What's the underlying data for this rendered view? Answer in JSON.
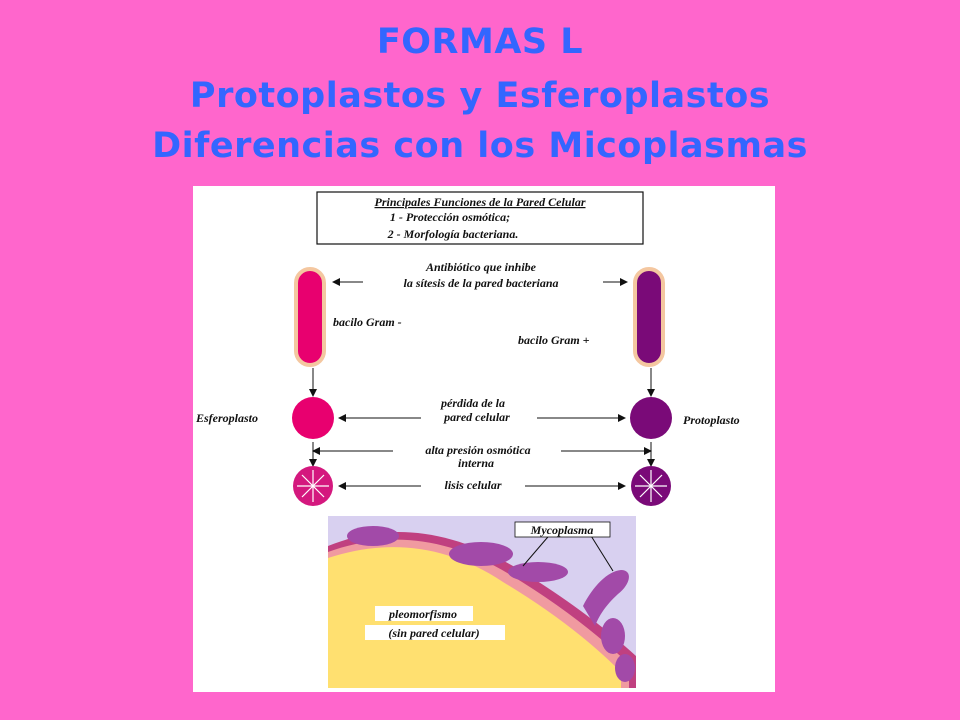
{
  "slide": {
    "title_line1": "FORMAS L",
    "title_line2": "Protoplastos y Esferoplastos",
    "title_line3": "Diferencias con los Micoplasmas"
  },
  "diagram": {
    "box_heading": "Principales Funciones de la Pared Celular",
    "box_item1": "1 - Protección osmótica;",
    "box_item2": "2 - Morfología bacteriana.",
    "antibiotic_line1": "Antibiótico que inhibe",
    "antibiotic_line2": "la sítesis de la pared bacteriana",
    "gram_neg_label": "bacilo Gram -",
    "gram_pos_label": "bacilo Gram +",
    "loss_line1": "pérdida de la",
    "loss_line2": "pared celular",
    "esferoplasto_label": "Esferoplasto",
    "protoplasto_label": "Protoplasto",
    "pressure_line1": "alta presión osmótica",
    "pressure_line2": "interna",
    "lysis_label": "lisis celular",
    "mycoplasma_label": "Mycoplasma",
    "pleo_line1": "pleomorfismo",
    "pleo_line2": "(sin pared celular)",
    "colors": {
      "gram_negative": "#e8006f",
      "gram_positive": "#7a0a78",
      "host_cell": "#ffe070",
      "membrane": "#c04080"
    }
  }
}
